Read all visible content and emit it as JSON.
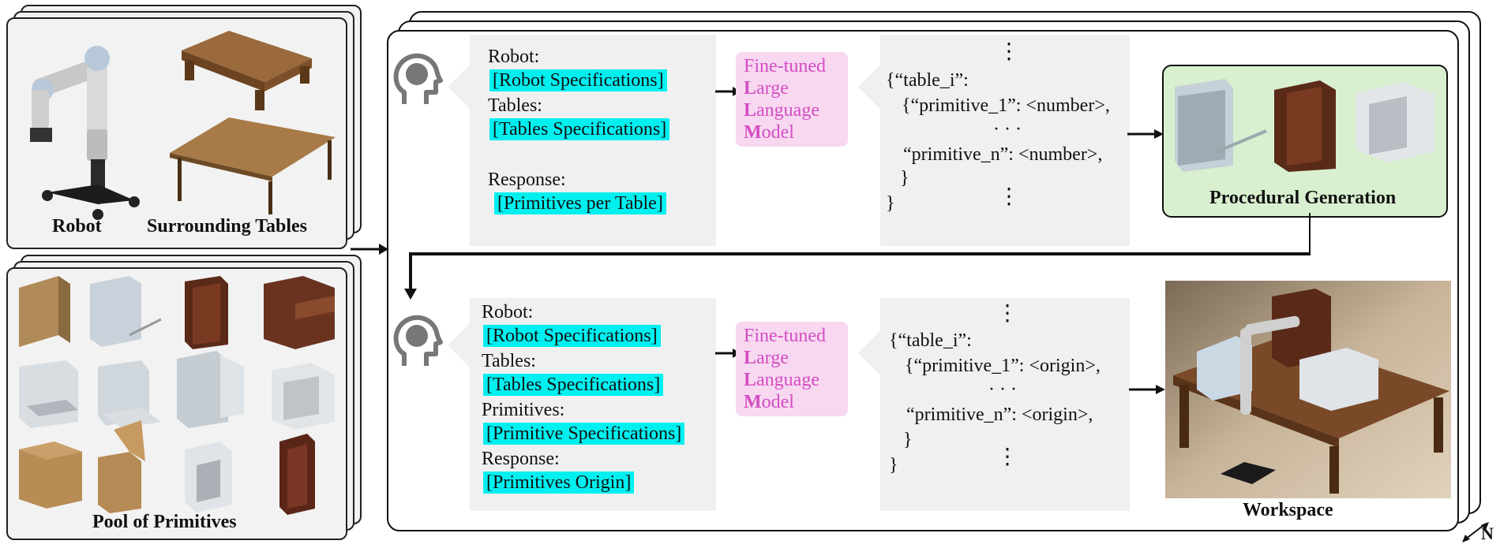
{
  "left_inputs": {
    "robot_label": "Robot",
    "tables_label": "Surrounding Tables",
    "primitives_label": "Pool of Primitives"
  },
  "stage1": {
    "prompt": {
      "robot_heading": "Robot:",
      "robot_spec": "[Robot Specifications]",
      "tables_heading": "Tables:",
      "tables_spec": "[Tables Specifications]",
      "response_heading": "Response:",
      "response_spec": "[Primitives per Table]"
    },
    "llm": {
      "line1": "Fine-tuned",
      "l2_cap": "L",
      "l2_rest": "arge",
      "l3_cap": "L",
      "l3_rest": "anguage",
      "l4_cap": "M",
      "l4_rest": "odel"
    },
    "output": {
      "dots_top": "⋮",
      "line1": "{“table_i”:",
      "line2": "{“primitive_1”: <number>,",
      "dots_mid": "· · ·",
      "line3": "“primitive_n”: <number>,",
      "line4": "}",
      "line5": "}",
      "dots_bottom": "⋮"
    },
    "result_label": "Procedural Generation"
  },
  "stage2": {
    "prompt": {
      "robot_heading": "Robot:",
      "robot_spec": "[Robot Specifications]",
      "tables_heading": "Tables:",
      "tables_spec": "[Tables Specifications]",
      "primitives_heading": "Primitives:",
      "primitives_spec": "[Primitive Specifications]",
      "response_heading": "Response:",
      "response_spec": "[Primitives Origin]"
    },
    "llm": {
      "line1": "Fine-tuned",
      "l2_cap": "L",
      "l2_rest": "arge",
      "l3_cap": "L",
      "l3_rest": "anguage",
      "l4_cap": "M",
      "l4_rest": "odel"
    },
    "output": {
      "dots_top": "⋮",
      "line1": "{“table_i”:",
      "line2": "{“primitive_1”: <origin>,",
      "dots_mid": "· · ·",
      "line3": "“primitive_n”: <origin>,",
      "line4": "}",
      "line5": "}",
      "dots_bottom": "⋮"
    },
    "result_label": "Workspace"
  },
  "repeat_label": "N",
  "colors": {
    "highlight": "#00f0f0",
    "llm_bg": "#f7d8f0",
    "llm_text": "#d44dc4",
    "procgen_bg": "#d8f0d0"
  }
}
